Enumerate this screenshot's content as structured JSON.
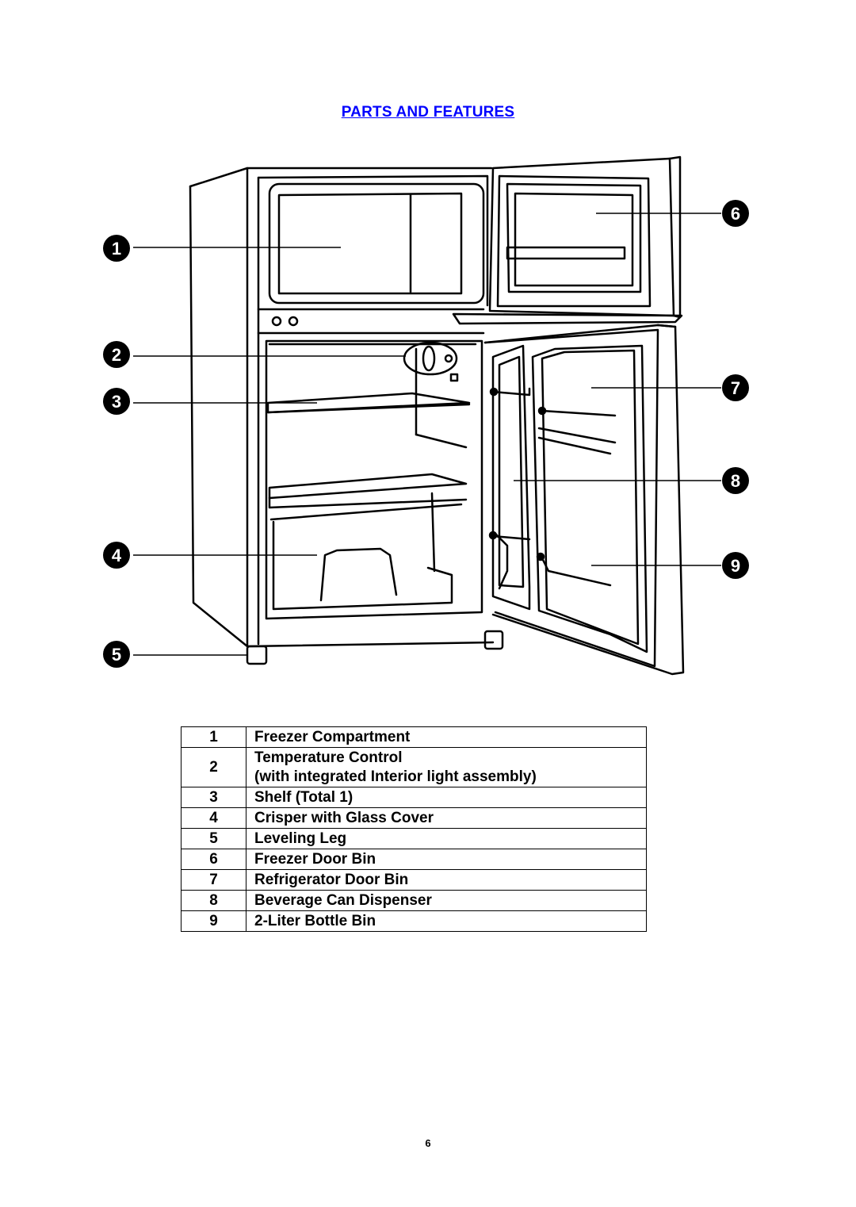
{
  "title": "PARTS AND FEATURES",
  "callouts": [
    "1",
    "2",
    "3",
    "4",
    "5",
    "6",
    "7",
    "8",
    "9"
  ],
  "parts": [
    {
      "num": "1",
      "lines": [
        "Freezer Compartment"
      ]
    },
    {
      "num": "2",
      "lines": [
        "Temperature Control",
        "(with integrated Interior light assembly)"
      ]
    },
    {
      "num": "3",
      "lines": [
        "Shelf (Total 1)"
      ]
    },
    {
      "num": "4",
      "lines": [
        "Crisper with Glass Cover"
      ]
    },
    {
      "num": "5",
      "lines": [
        "Leveling Leg"
      ]
    },
    {
      "num": "6",
      "lines": [
        "Freezer Door Bin"
      ]
    },
    {
      "num": "7",
      "lines": [
        "Refrigerator Door Bin"
      ]
    },
    {
      "num": "8",
      "lines": [
        "Beverage Can Dispenser"
      ]
    },
    {
      "num": "9",
      "lines": [
        "2-Liter Bottle Bin"
      ]
    }
  ],
  "page_number": "6"
}
